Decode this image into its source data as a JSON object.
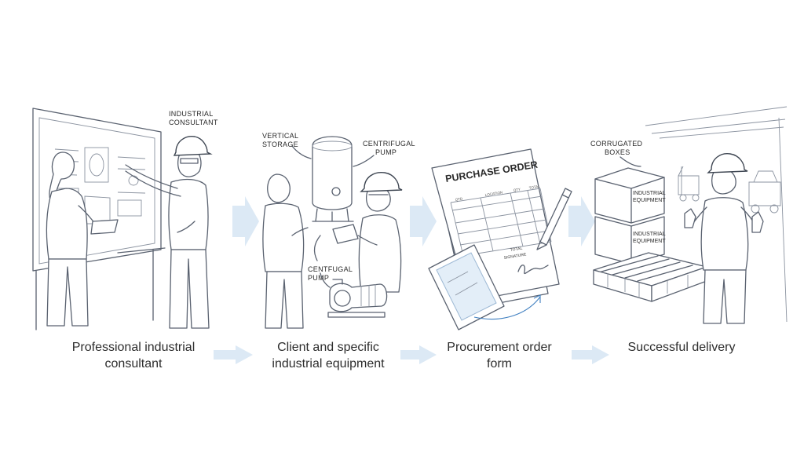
{
  "panels": [
    {
      "caption_line1": "Professional industrial",
      "caption_line2": "consultant",
      "labels": {
        "industrial_consultant_1": "INDUSTRIAL",
        "industrial_consultant_2": "CONSULTANT"
      }
    },
    {
      "caption_line1": "Client and specific",
      "caption_line2": "industrial equipment",
      "labels": {
        "vertical_storage_1": "VERTICAL",
        "vertical_storage_2": "STORAGE",
        "centrifugal_pump_top_1": "CENTRIFUGAL",
        "centrifugal_pump_top_2": "PUMP",
        "centrifugal_pump_bottom_1": "CENTFUGAL",
        "centrifugal_pump_bottom_2": "PUMP"
      }
    },
    {
      "caption_line1": "Procurement order",
      "caption_line2": "form",
      "labels": {
        "purchase_order": "PURCHASE ORDER",
        "col_1": "QTD",
        "col_2": "LOCATION",
        "col_3": "QTY",
        "col_4": "TOTAL",
        "total": "TOTAL",
        "signature": "SIGNATURE"
      }
    },
    {
      "caption_line1": "Successful delivery",
      "caption_line2": "",
      "labels": {
        "corrugated_boxes_1": "CORRUGATED",
        "corrugated_boxes_2": "BOXES",
        "box_top_1": "INDUSTRIAL",
        "box_top_2": "EQUIPMENT",
        "box_bottom_1": "INDUSTRIAL",
        "box_bottom_2": "EQUIPMENT"
      }
    }
  ],
  "colors": {
    "arrow": "#dce9f5",
    "line": "#5a6270",
    "note_arrow": "#3f7fc0"
  }
}
